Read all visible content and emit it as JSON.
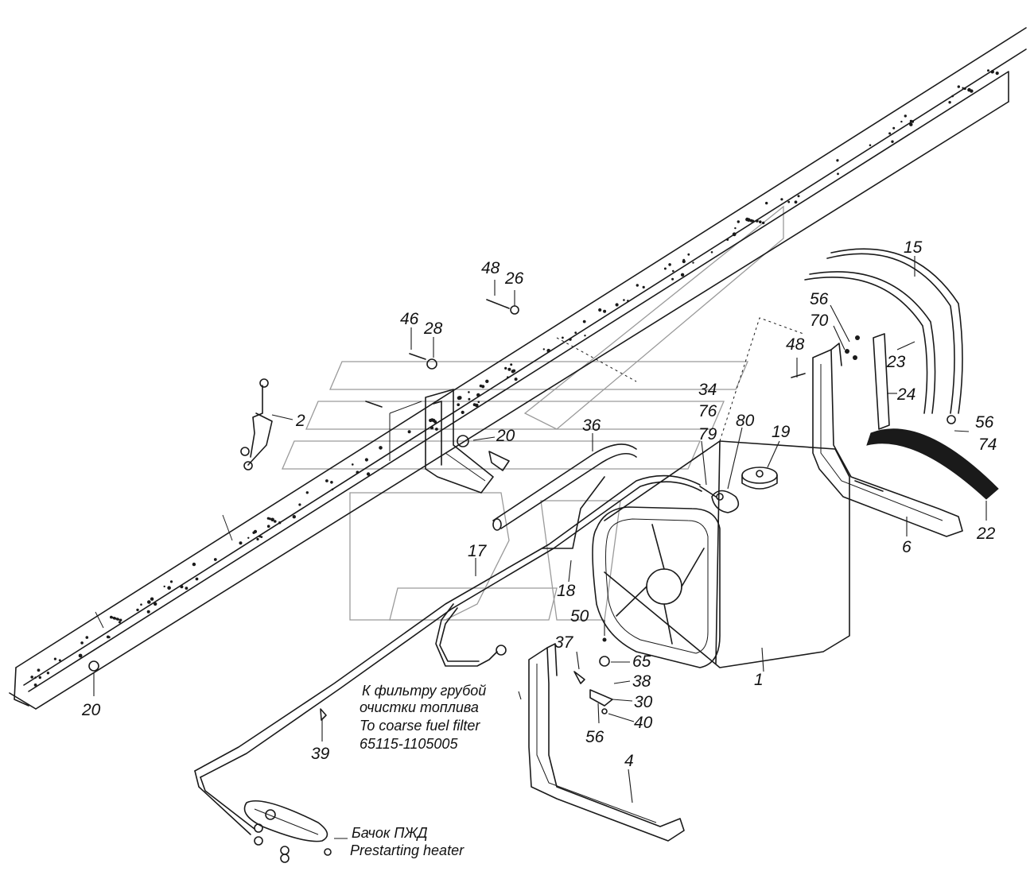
{
  "callouts": {
    "c1": "1",
    "c2": "2",
    "c4": "4",
    "c6": "6",
    "c15": "15",
    "c17": "17",
    "c18": "18",
    "c19": "19",
    "c20a": "20",
    "c20b": "20",
    "c22": "22",
    "c23": "23",
    "c24": "24",
    "c26": "26",
    "c28": "28",
    "c30": "30",
    "c34": "34",
    "c36": "36",
    "c37": "37",
    "c38": "38",
    "c39": "39",
    "c40": "40",
    "c46": "46",
    "c48a": "48",
    "c48b": "48",
    "c50": "50",
    "c56a": "56",
    "c56b": "56",
    "c56c": "56",
    "c65": "65",
    "c70": "70",
    "c74": "74",
    "c76": "76",
    "c79": "79",
    "c80": "80"
  },
  "notes": {
    "filter_ru_1": "К фильтру грубой",
    "filter_ru_2": "очистки топлива",
    "filter_en": "To coarse fuel filter",
    "filter_part": "65115-1105005",
    "heater_ru": "Бачок ПЖД",
    "heater_en": "Prestarting heater"
  }
}
